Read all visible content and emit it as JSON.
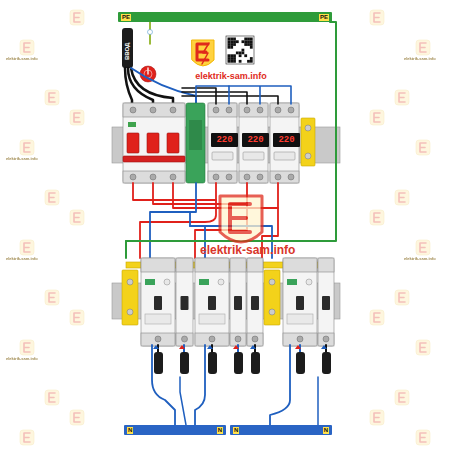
{
  "diagram": {
    "nodes": [
      {
        "text": [
          "PE",
          "PE"
        ]
      },
      {
        "text": [
          "elektrik-sam.info"
        ]
      },
      {
        "text": [
          "220"
        ]
      },
      {
        "text": [
          "220"
        ]
      },
      {
        "text": [
          "220"
        ]
      },
      {
        "text": [
          "N",
          "N"
        ]
      },
      {
        "text": [
          "N",
          "N"
        ]
      }
    ],
    "labels": [
      "ВВОД",
      "elektrik-sam.info",
      "elektrik-sam.info",
      "elektrik-sam.info",
      "elektrik-sam.info",
      "elektrik-sam.info",
      "elektrik-sam.info",
      "elektrik-sam.info"
    ]
  }
}
